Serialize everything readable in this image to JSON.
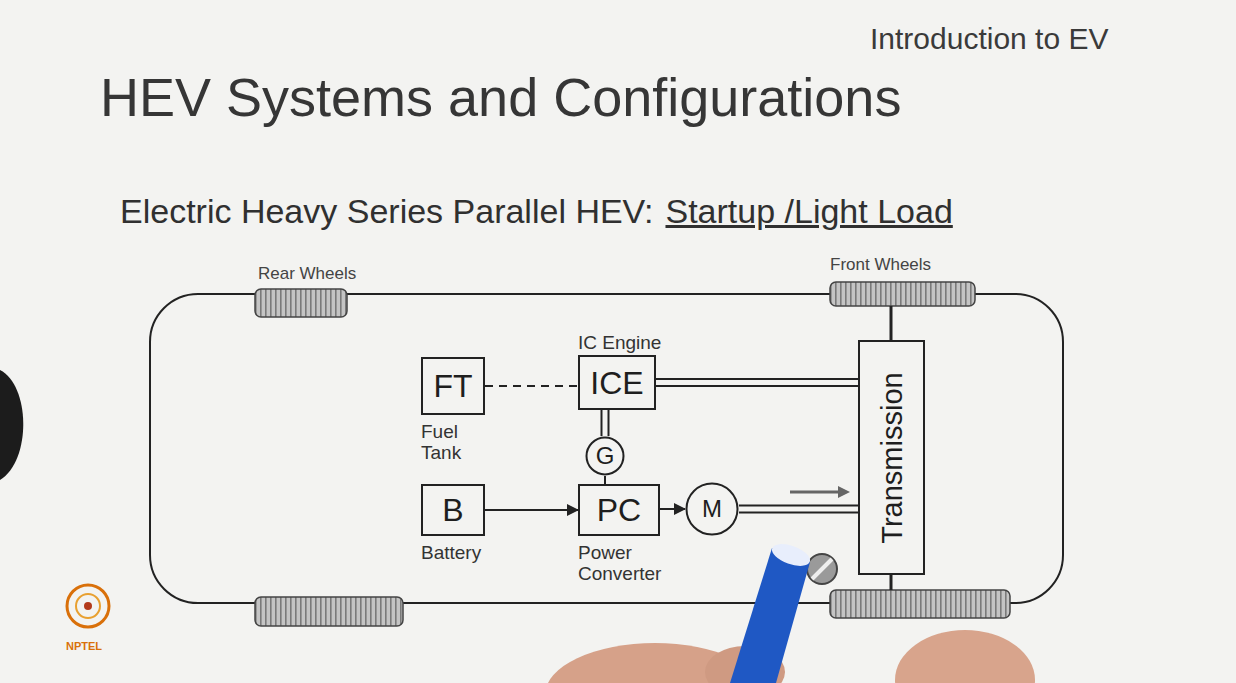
{
  "diagram": {
    "title": "HEV Systems and Configurations",
    "nodes": [
      {
        "text": [
          "FT",
          "Fuel Tank"
        ]
      },
      {
        "text": [
          "ICE",
          "IC Engine"
        ]
      },
      {
        "text": [
          "G"
        ]
      },
      {
        "text": [
          "B",
          "Battery"
        ]
      },
      {
        "text": [
          "PC",
          "Power Converter"
        ]
      },
      {
        "text": [
          "M"
        ]
      },
      {
        "text": [
          "Transmission"
        ]
      }
    ],
    "edges": [
      {
        "from": 0,
        "to": 1,
        "arrow": "none"
      },
      {
        "from": 1,
        "to": 6,
        "arrow": "none"
      },
      {
        "from": 1,
        "to": 2,
        "arrow": "none"
      },
      {
        "from": 2,
        "to": 4,
        "arrow": "none"
      },
      {
        "from": 3,
        "to": 4,
        "arrow": "to"
      },
      {
        "from": 4,
        "to": 5,
        "arrow": "to"
      },
      {
        "from": 5,
        "to": 6,
        "arrow": "none"
      }
    ],
    "labels": [
      "Introduction to EV",
      "Electric Heavy Series Parallel HEV:",
      "Startup /Light Load",
      "Rear Wheels",
      "Front Wheels",
      "NPTEL"
    ]
  }
}
